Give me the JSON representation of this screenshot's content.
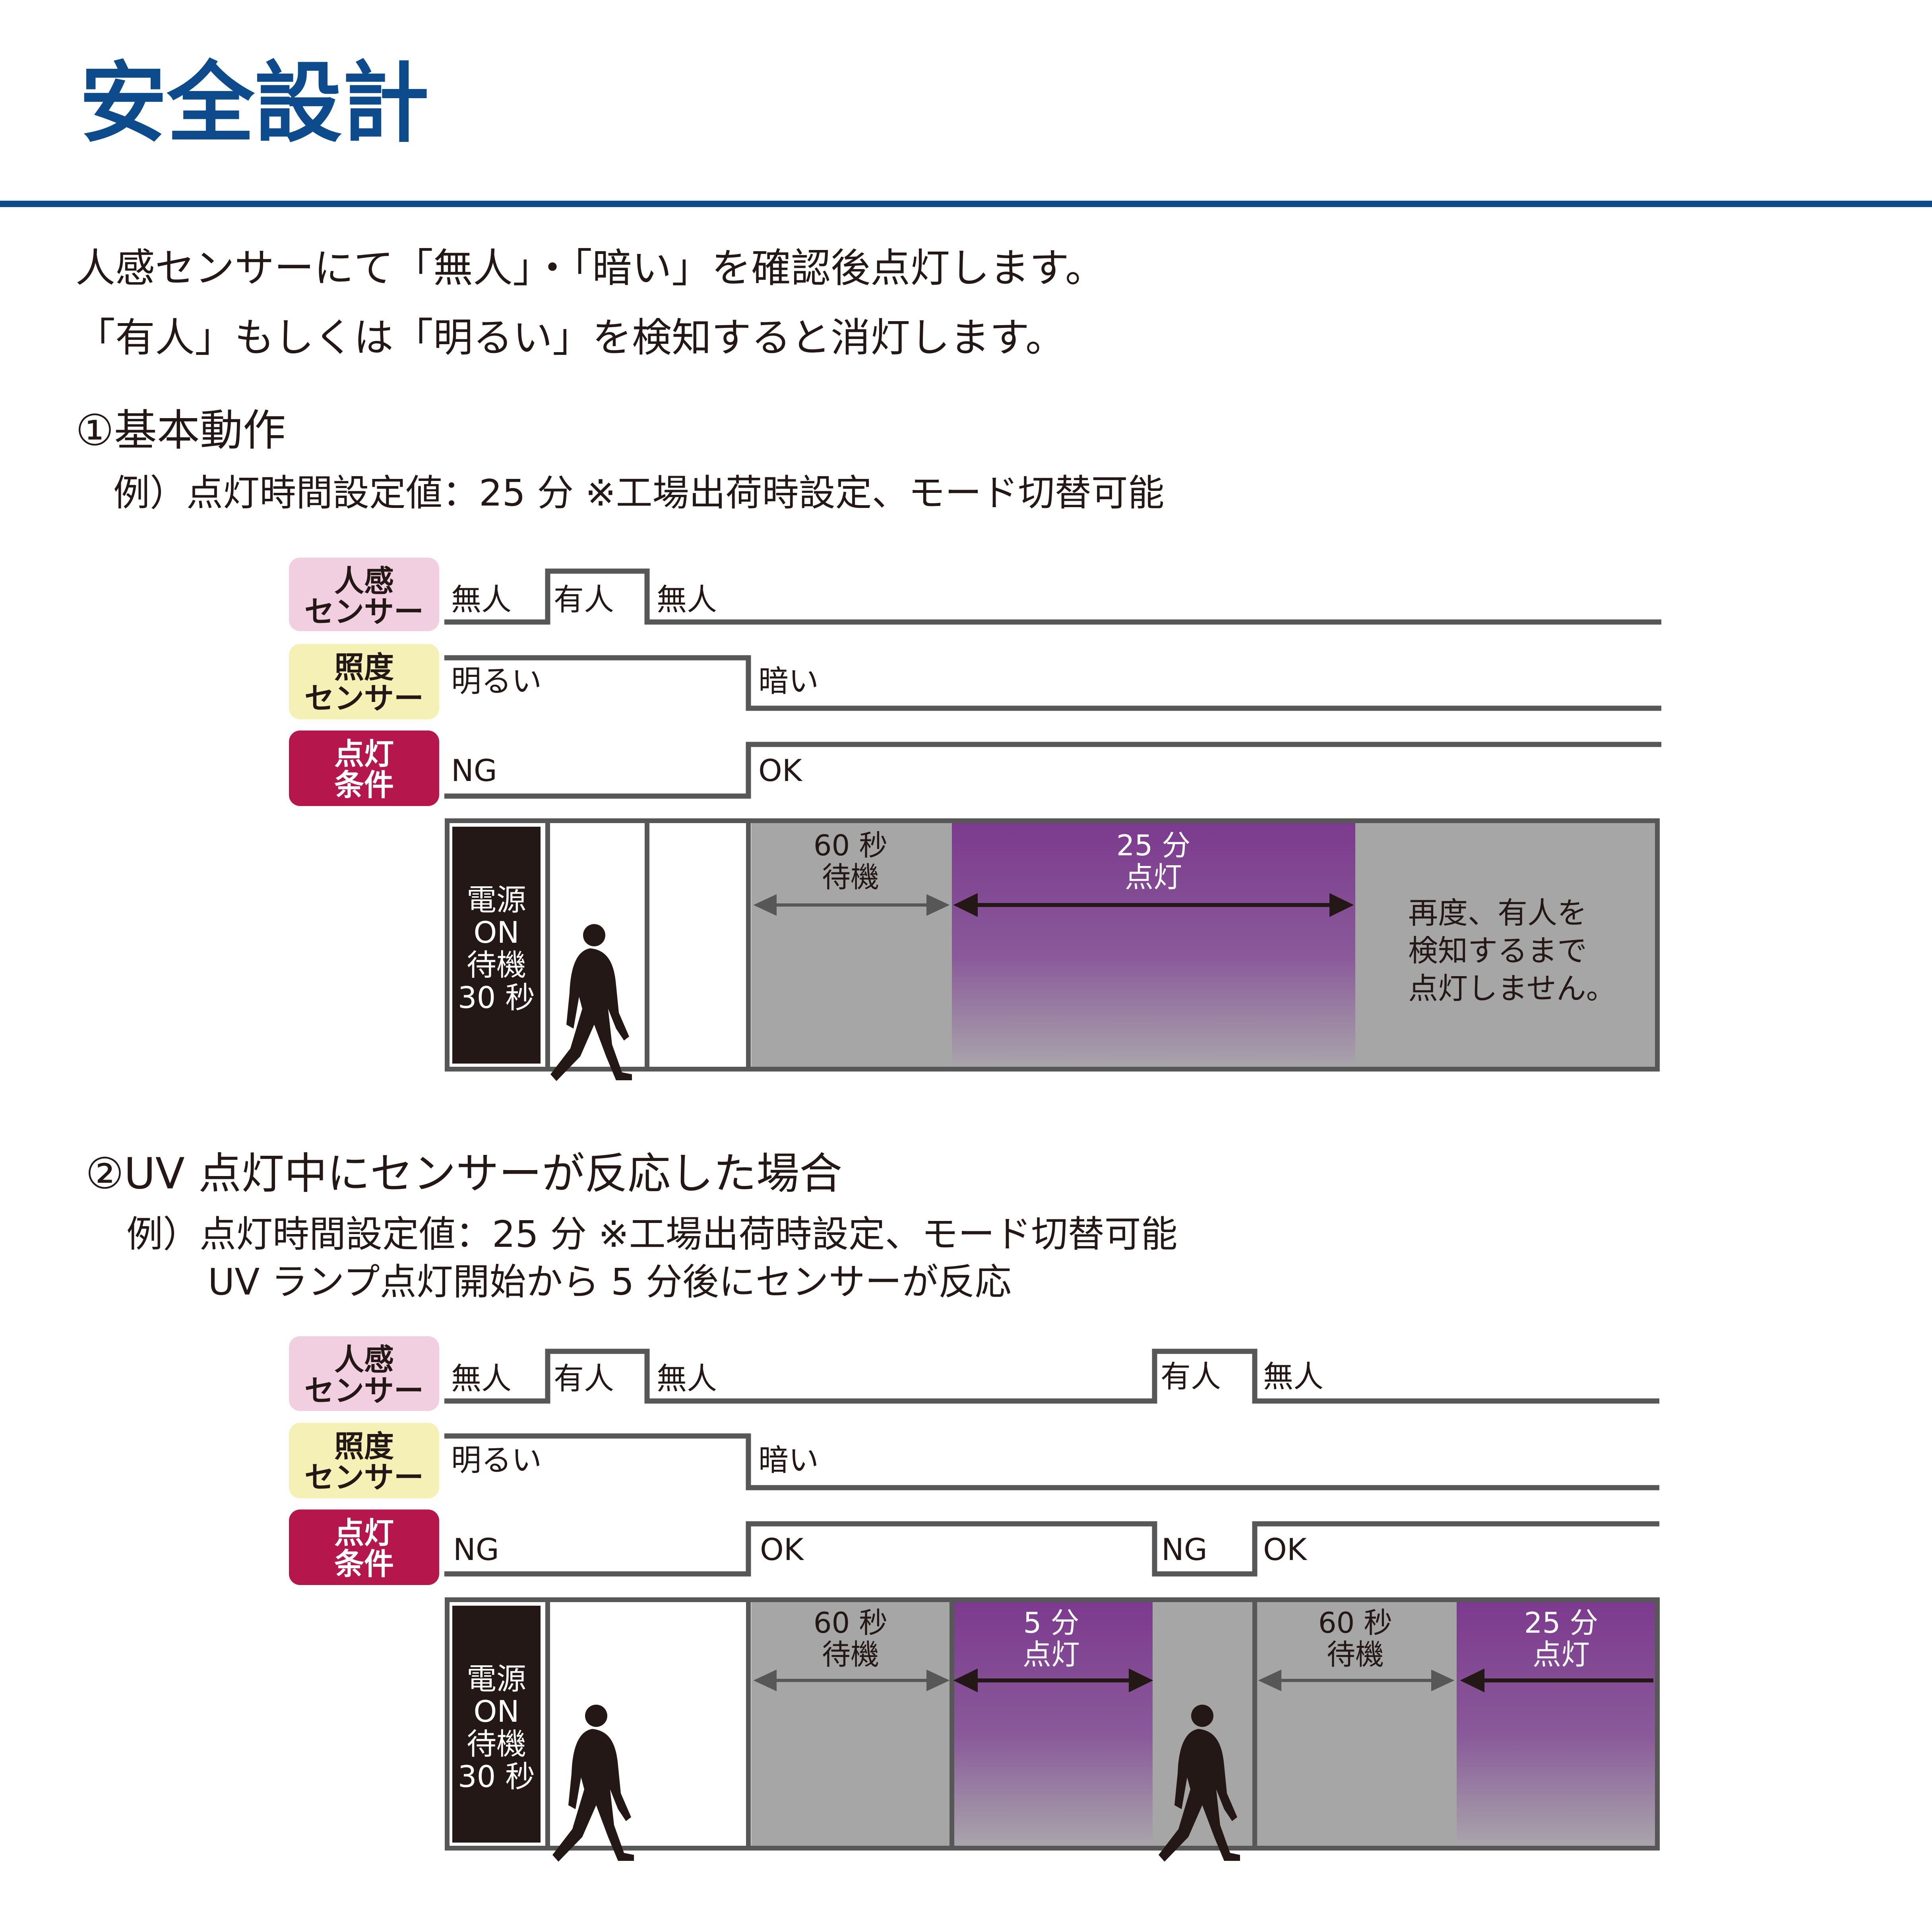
{
  "title": "安全設計",
  "intro": [
    "人感センサーにて「無人」・「暗い」を確認後点灯します。",
    "「有人」もしくは「明るい」を検知すると消灯します。"
  ],
  "colors": {
    "brand": "#0d4b8c",
    "human_sensor_bg": "#f1cfe1",
    "light_sensor_bg": "#f5f0b5",
    "condition_bg": "#b5164b",
    "standby_black": "#231815",
    "wait_gray": "#a7a6a6",
    "uv_purple": "#7c3a8e",
    "frame_gray": "#575757"
  },
  "sections": [
    {
      "heading": "①基本動作",
      "example_lines": [
        "例）点灯時間設定値：25 分 ※工場出荷時設定、モード切替可能"
      ],
      "labels": {
        "human": [
          "人感",
          "センサー"
        ],
        "light": [
          "照度",
          "センサー"
        ],
        "condition": [
          "点灯",
          "条件"
        ]
      },
      "human_states": [
        "無人",
        "有人",
        "無人"
      ],
      "light_states": [
        "明るい",
        "暗い"
      ],
      "condition_states": [
        "NG",
        "OK"
      ],
      "panels": {
        "standby": [
          "電源",
          "ON",
          "待機",
          "30 秒"
        ],
        "wait": [
          "60 秒",
          "待機"
        ],
        "uv": [
          "25 分",
          "点灯"
        ],
        "note": [
          "再度、有人を",
          "検知するまで",
          "点灯しません。"
        ]
      }
    },
    {
      "heading": "②UV 点灯中にセンサーが反応した場合",
      "example_lines": [
        "例）点灯時間設定値：25 分 ※工場出荷時設定、モード切替可能",
        "UV ランプ点灯開始から 5 分後にセンサーが反応"
      ],
      "labels": {
        "human": [
          "人感",
          "センサー"
        ],
        "light": [
          "照度",
          "センサー"
        ],
        "condition": [
          "点灯",
          "条件"
        ]
      },
      "human_states": [
        "無人",
        "有人",
        "無人",
        "有人",
        "無人"
      ],
      "light_states": [
        "明るい",
        "暗い"
      ],
      "condition_states": [
        "NG",
        "OK",
        "NG",
        "OK"
      ],
      "panels": {
        "standby": [
          "電源",
          "ON",
          "待機",
          "30 秒"
        ],
        "wait1": [
          "60 秒",
          "待機"
        ],
        "uv1": [
          "5 分",
          "点灯"
        ],
        "wait2": [
          "60 秒",
          "待機"
        ],
        "uv2": [
          "25 分",
          "点灯"
        ]
      }
    }
  ]
}
